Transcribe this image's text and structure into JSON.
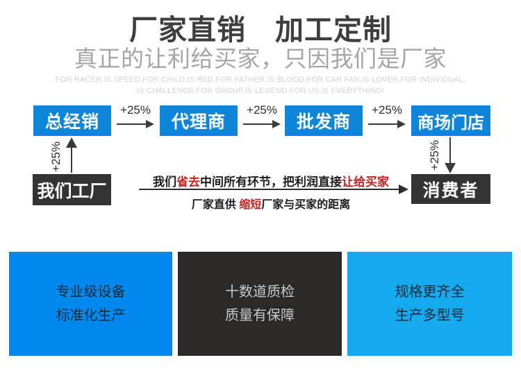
{
  "header": {
    "title": "厂家直销　加工定制",
    "subtitle": "真正的让利给买家，只因我们是厂家",
    "tagline_line1": "FOR RACER,IS SPEED.FOR CHILD,IS RED.FOR FATHER,IS BLOOD.FOR CAR FAN,IS LOVER.FOR INDIVIDUAL,",
    "tagline_line2": "IS CHALLENGE.FOR GROUP,IS LEGEND.FOR US,IS EVERYTHING!"
  },
  "flow": {
    "increment_label": "+25%",
    "chain": [
      {
        "label": "总经销"
      },
      {
        "label": "代理商"
      },
      {
        "label": "批发商"
      },
      {
        "label": "商场门店"
      }
    ],
    "factory_label": "我们工厂",
    "consumer_label": "消费者",
    "message_line1": {
      "part1": "我们",
      "part2_red": "省去",
      "part3": "中间所有环节，把利润直接",
      "part4_red": "让给买家"
    },
    "message_line2": {
      "part1": "厂家直供 ",
      "part2_red": "缩短",
      "part3": "厂家与买家的距离"
    }
  },
  "features": [
    {
      "line1": "专业级设备",
      "line2": "标准化生产"
    },
    {
      "line1": "十数道质检",
      "line2": "质量有保障"
    },
    {
      "line1": "规格更齐全",
      "line2": "生产多型号"
    }
  ],
  "colors": {
    "flow_blue": "#0f85da",
    "dark_box": "#333333",
    "accent_red": "#c6211f",
    "feature_blue": "#0289f0",
    "feature_dark": "#2a2928",
    "feature_lightblue": "#15a9ee",
    "title_gray": "#3e3e3e",
    "subtitle_gray": "#a5a5a5",
    "tagline_gray": "#d2d2d2"
  }
}
